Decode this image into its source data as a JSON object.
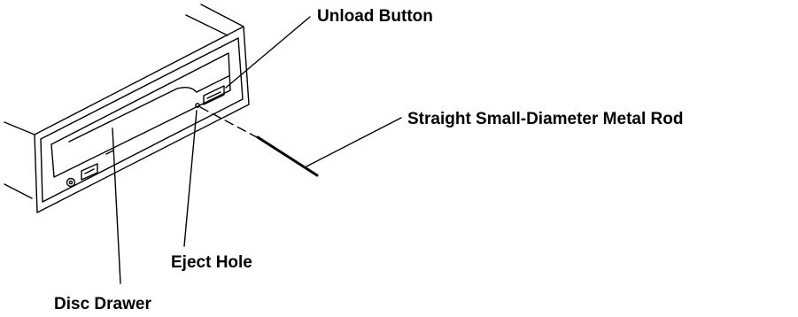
{
  "figure": {
    "subject": "CD-ROM drive front bezel",
    "line_color": "#000000",
    "background_color": "#ffffff"
  },
  "labels": {
    "unload_button": "Unload Button",
    "metal_rod": "Straight Small-Diameter Metal Rod",
    "eject_hole": "Eject Hole",
    "disc_drawer": "Disc Drawer"
  }
}
